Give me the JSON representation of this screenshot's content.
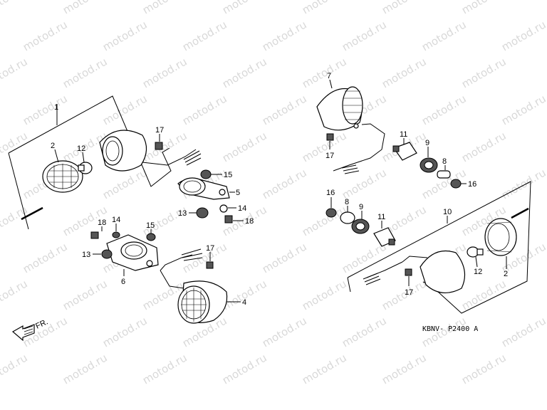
{
  "watermark": "motod.ru",
  "diagram_code": "KBNV- P2400 A",
  "direction_label": "FR.",
  "callouts": [
    {
      "id": "c1",
      "text": "1"
    },
    {
      "id": "c2a",
      "text": "2"
    },
    {
      "id": "c12a",
      "text": "12"
    },
    {
      "id": "c17a",
      "text": "17"
    },
    {
      "id": "c15a",
      "text": "15"
    },
    {
      "id": "c5",
      "text": "5"
    },
    {
      "id": "c13a",
      "text": "13"
    },
    {
      "id": "c14a",
      "text": "14"
    },
    {
      "id": "c18a",
      "text": "18"
    },
    {
      "id": "c18b",
      "text": "18"
    },
    {
      "id": "c14b",
      "text": "14"
    },
    {
      "id": "c15b",
      "text": "15"
    },
    {
      "id": "c13b",
      "text": "13"
    },
    {
      "id": "c6",
      "text": "6"
    },
    {
      "id": "c17b",
      "text": "17"
    },
    {
      "id": "c4",
      "text": "4"
    },
    {
      "id": "c7",
      "text": "7"
    },
    {
      "id": "c17c",
      "text": "17"
    },
    {
      "id": "c11a",
      "text": "11"
    },
    {
      "id": "c9a",
      "text": "9"
    },
    {
      "id": "c8a",
      "text": "8"
    },
    {
      "id": "c16a",
      "text": "16"
    },
    {
      "id": "c16b",
      "text": "16"
    },
    {
      "id": "c8b",
      "text": "8"
    },
    {
      "id": "c9b",
      "text": "9"
    },
    {
      "id": "c11b",
      "text": "11"
    },
    {
      "id": "c10",
      "text": "10"
    },
    {
      "id": "c12b",
      "text": "12"
    },
    {
      "id": "c2b",
      "text": "2"
    },
    {
      "id": "c17d",
      "text": "17"
    }
  ]
}
